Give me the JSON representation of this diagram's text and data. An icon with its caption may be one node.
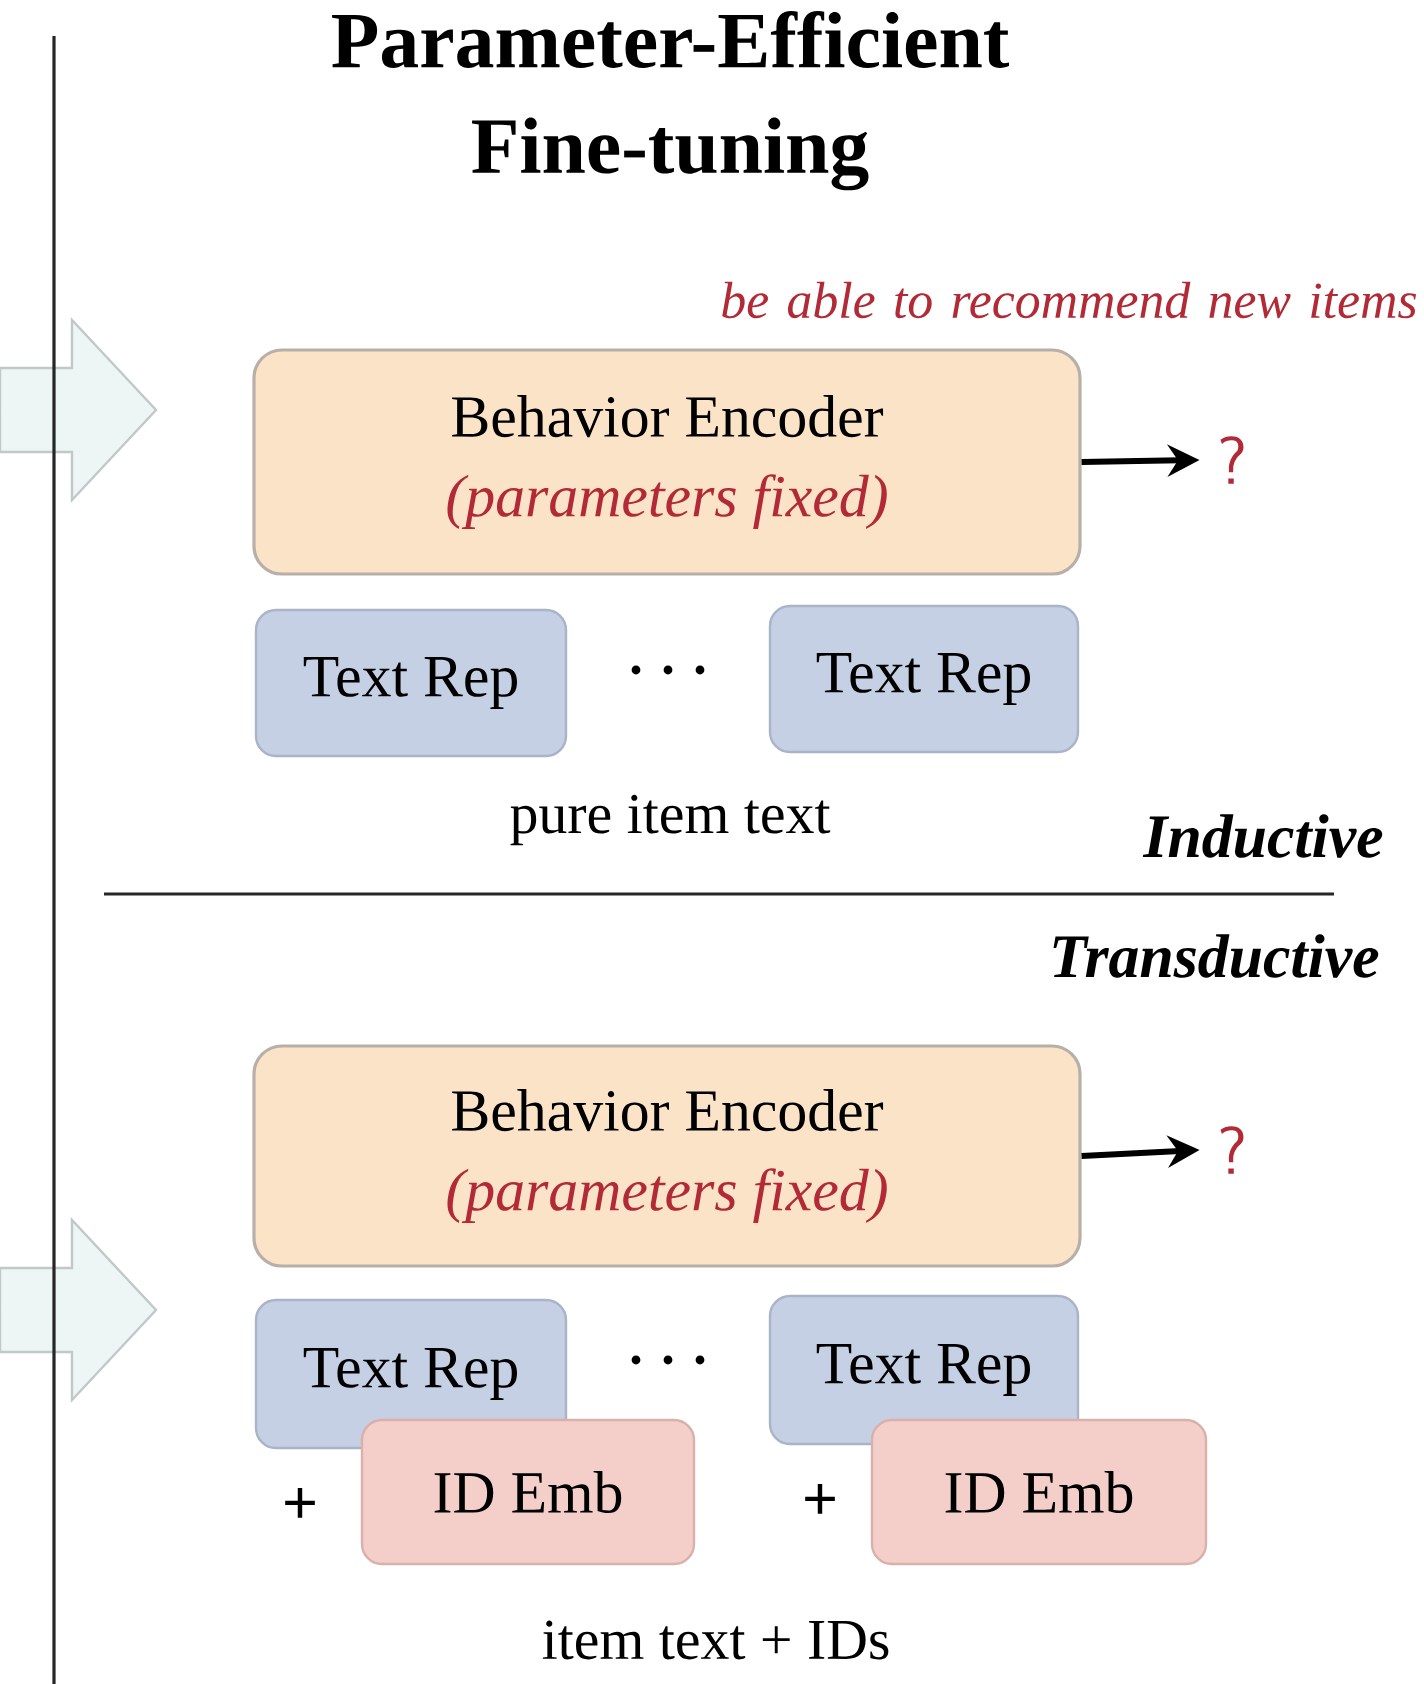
{
  "diagram": {
    "title": "Parameter-Efficient Fine-tuning",
    "nodes": [
      {
        "text": [
          "Behavior Encoder",
          "(parameters fixed)"
        ]
      },
      {
        "text": [
          "?"
        ]
      },
      {
        "text": [
          "Text Rep"
        ]
      },
      {
        "text": [
          "Text Rep"
        ]
      },
      {
        "text": [
          "Behavior Encoder",
          "(parameters fixed)"
        ]
      },
      {
        "text": [
          "?"
        ]
      },
      {
        "text": [
          "Text Rep"
        ]
      },
      {
        "text": [
          "Text Rep"
        ]
      },
      {
        "text": [
          "ID Emb"
        ]
      },
      {
        "text": [
          "ID Emb"
        ]
      }
    ],
    "edges": [
      {
        "from": 0,
        "to": 1,
        "arrow": "to"
      },
      {
        "from": 4,
        "to": 5,
        "arrow": "to"
      }
    ],
    "labels": [
      "be able to recommend new items",
      "pure item text",
      "Inductive",
      "Transductive",
      "+",
      "+",
      "item text + IDs"
    ]
  }
}
